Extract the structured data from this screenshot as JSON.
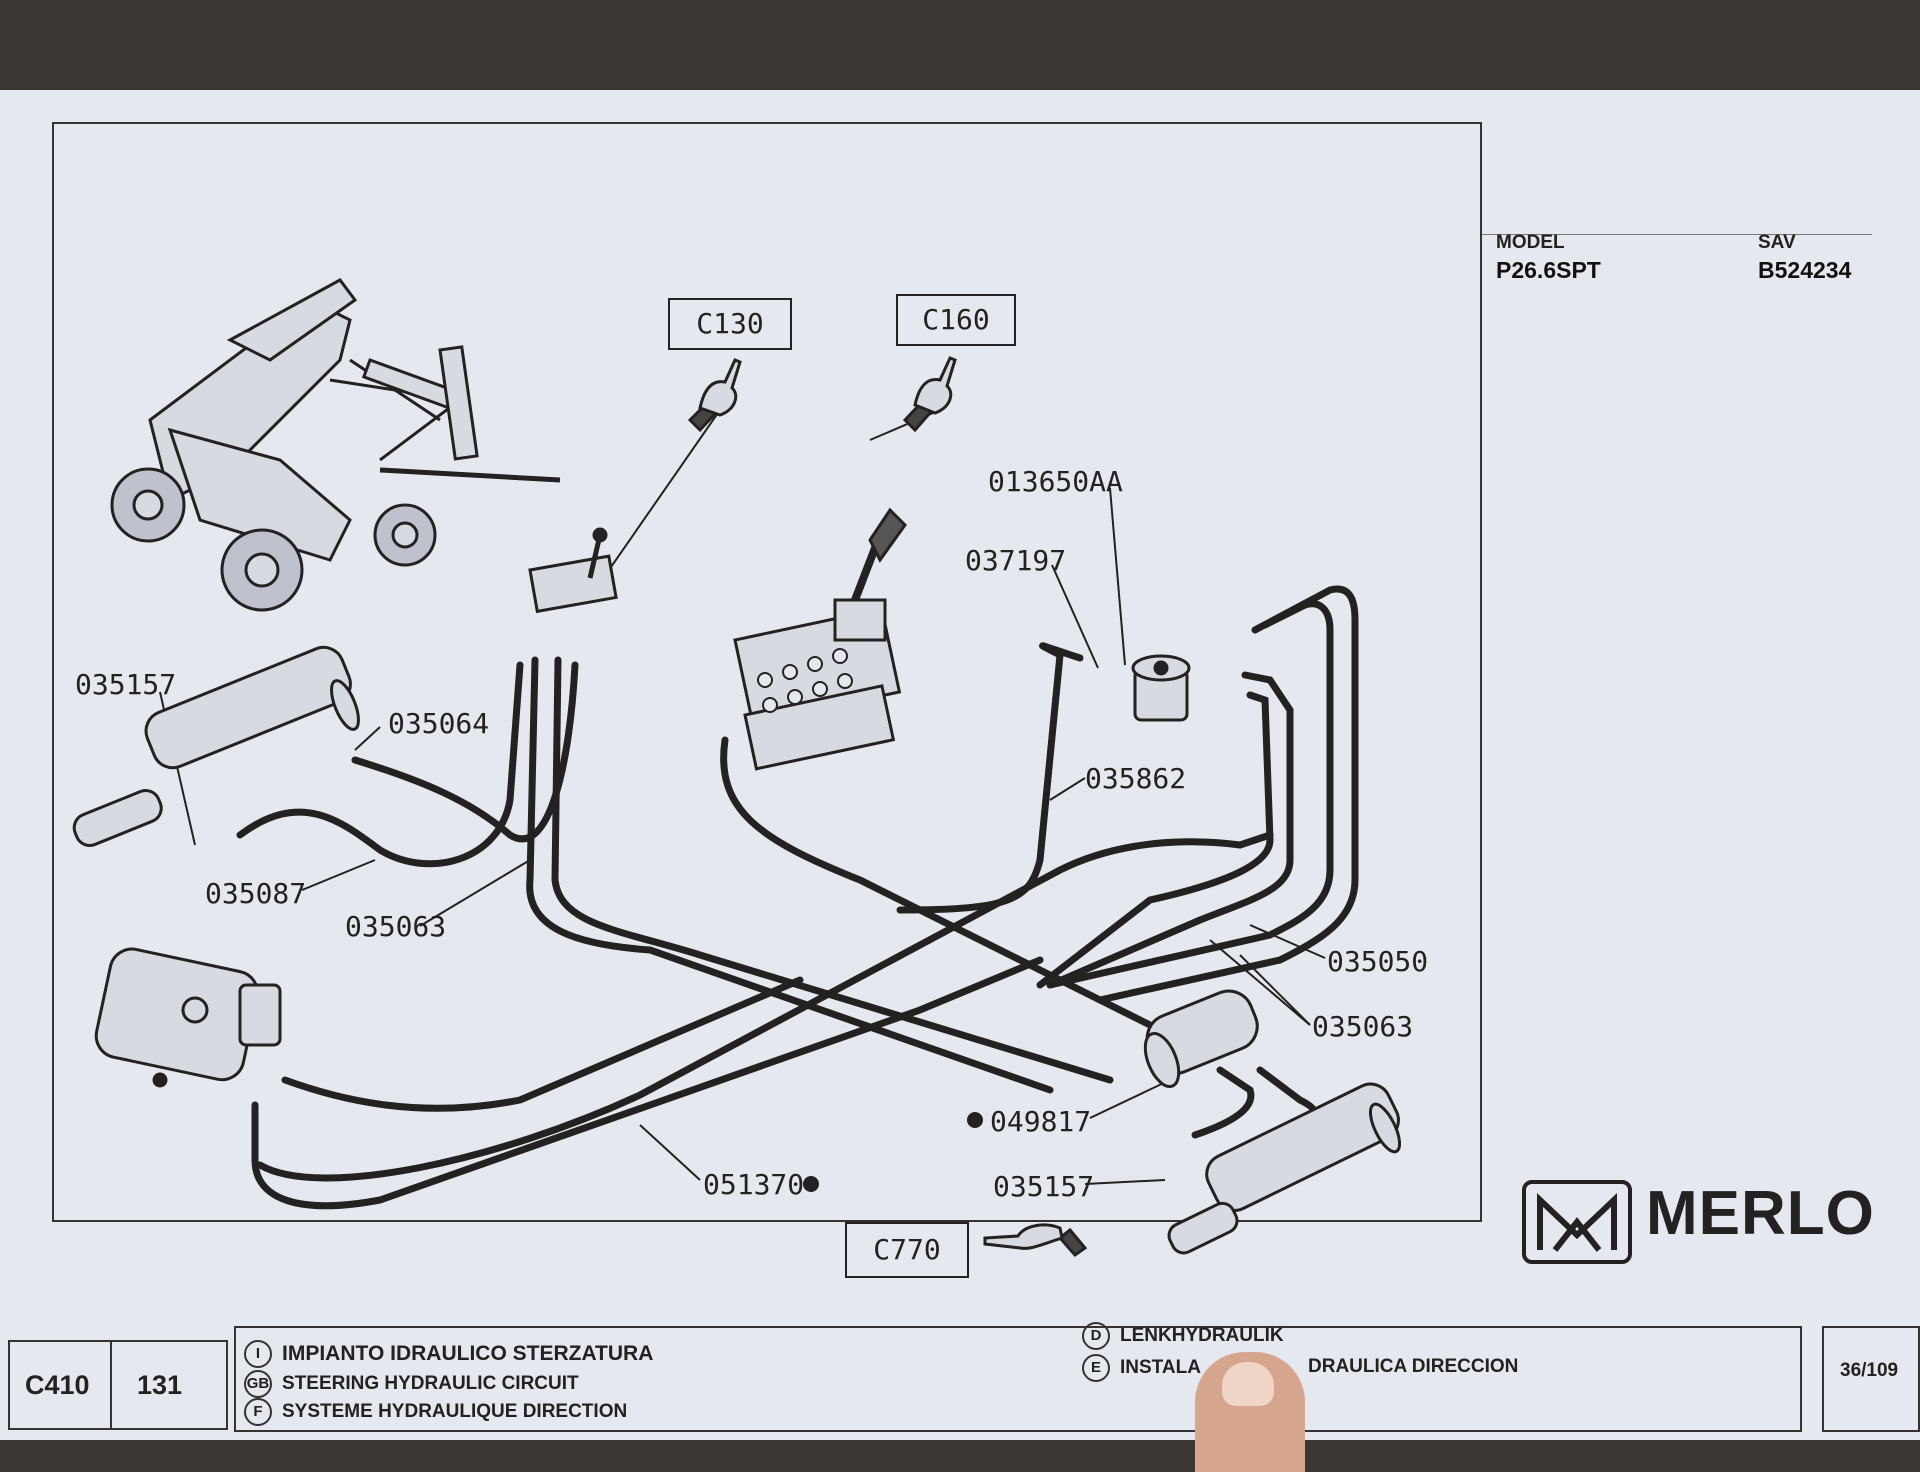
{
  "header": {
    "model_label": "MODEL",
    "model_value": "P26.6SPT",
    "sav_label": "SAV",
    "sav_value": "B524234"
  },
  "callouts": {
    "c130": "C130",
    "c160": "C160",
    "c770": "C770"
  },
  "part_numbers": {
    "p013650aa": "013650AA",
    "p037197": "037197",
    "p035157_left": "035157",
    "p035064": "035064",
    "p035862": "035862",
    "p035087": "035087",
    "p035063_left": "035063",
    "p035050": "035050",
    "p035063_right": "035063",
    "p049817": "049817",
    "p051370": "051370",
    "p035157_right": "035157"
  },
  "brand": {
    "name": "MERLO"
  },
  "footer": {
    "code": "C410",
    "number": "131",
    "titles": [
      {
        "badge": "I",
        "text": "IMPIANTO IDRAULICO STERZATURA"
      },
      {
        "badge": "GB",
        "text": "STEERING HYDRAULIC CIRCUIT"
      },
      {
        "badge": "F",
        "text": "SYSTEME HYDRAULIQUE DIRECTION"
      },
      {
        "badge": "D",
        "text": "LENKHYDRAULIK"
      },
      {
        "badge": "E",
        "text": "INSTALA"
      },
      {
        "badge": "",
        "text": "DRAULICA DIRECCION"
      }
    ],
    "page": "36/109"
  },
  "colors": {
    "paper": "#e6e8f0",
    "ink": "#222222",
    "background": "#3a3631"
  }
}
